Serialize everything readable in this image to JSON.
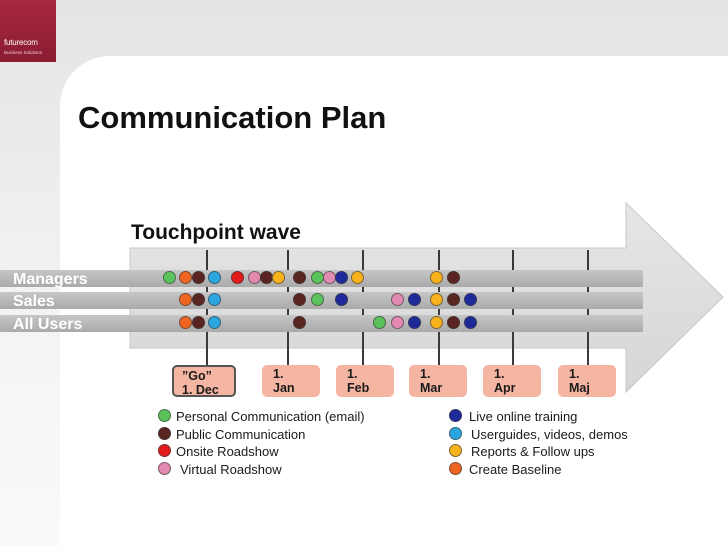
{
  "logo": {
    "name": "futurecom",
    "sub": "Business Solutions"
  },
  "title": "Communication Plan",
  "subtitle": "Touchpoint wave",
  "rows": [
    "Managers",
    "Sales",
    "All Users"
  ],
  "dates": [
    {
      "line1": "”Go”",
      "line2": "1. Dec"
    },
    {
      "line1": "1.",
      "line2": "Jan"
    },
    {
      "line1": "1.",
      "line2": "Feb"
    },
    {
      "line1": "1.",
      "line2": "Mar"
    },
    {
      "line1": "1.",
      "line2": "Apr"
    },
    {
      "line1": "1.",
      "line2": "Maj"
    }
  ],
  "touchpoint_types": {
    "personal": {
      "label": "Personal Communication (email)",
      "color": "#5cc35c"
    },
    "public": {
      "label": "Public Communication",
      "color": "#5a2420"
    },
    "onsite": {
      "label": "Onsite Roadshow",
      "color": "#e21b1b"
    },
    "virtual": {
      "label": "Virtual Roadshow",
      "color": "#e38ab0"
    },
    "training": {
      "label": "Live online training",
      "color": "#1f2a9a"
    },
    "userguides": {
      "label": "Userguides, videos, demos",
      "color": "#2aa6e0"
    },
    "reports": {
      "label": "Reports & Follow ups",
      "color": "#f7b21c"
    },
    "baseline": {
      "label": "Create Baseline",
      "color": "#ef6522"
    }
  },
  "legend_left": [
    {
      "type": "personal",
      "label": "Personal Communication (email)"
    },
    {
      "type": "public",
      "label": "Public Communication"
    },
    {
      "type": "onsite",
      "label": "Onsite Roadshow"
    },
    {
      "type": "virtual",
      "label": "Virtual Roadshow"
    }
  ],
  "legend_right": [
    {
      "type": "training",
      "label": "Live online training"
    },
    {
      "type": "userguides",
      "label": "Userguides, videos, demos"
    },
    {
      "type": "reports",
      "label": "Reports & Follow ups"
    },
    {
      "type": "baseline",
      "label": "Create Baseline"
    }
  ],
  "touchpoints": {
    "Managers": [
      "personal",
      "baseline",
      "public",
      "userguides",
      "onsite",
      "virtual",
      "public",
      "reports",
      "public",
      "personal",
      "virtual",
      "training",
      "reports",
      "reports",
      "public"
    ],
    "Sales": [
      "baseline",
      "public",
      "userguides",
      "public",
      "personal",
      "training",
      "virtual",
      "training",
      "reports",
      "public",
      "training"
    ],
    "All Users": [
      "baseline",
      "public",
      "userguides",
      "public",
      "personal",
      "virtual",
      "training",
      "reports",
      "public",
      "training"
    ]
  }
}
